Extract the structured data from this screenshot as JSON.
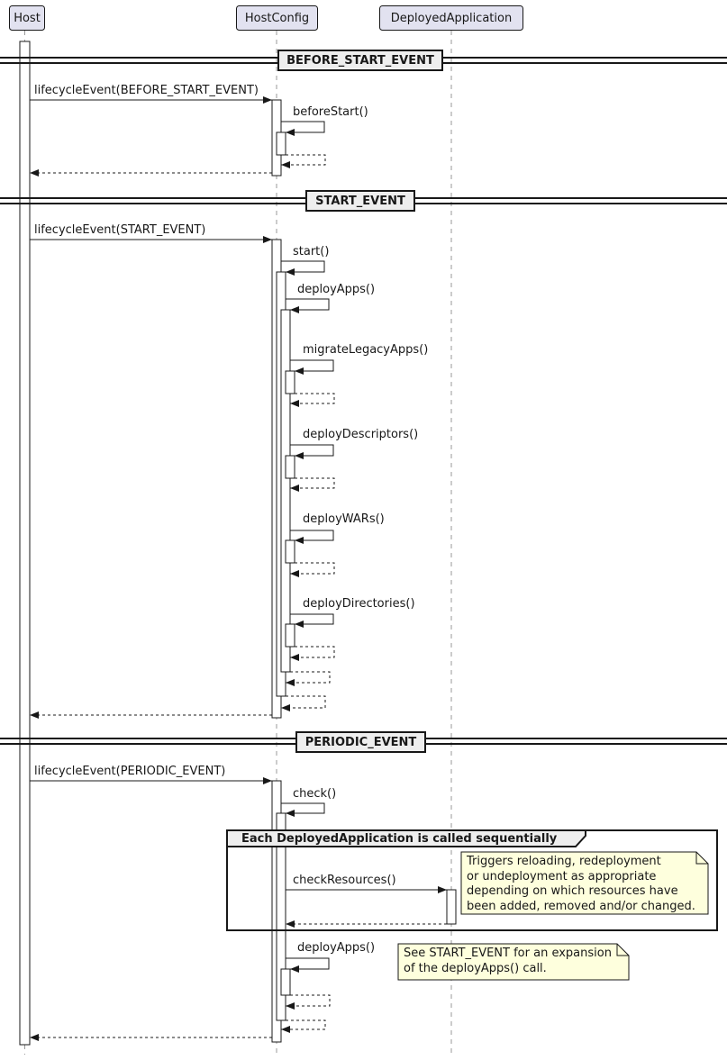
{
  "participants": {
    "host": "Host",
    "host_config": "HostConfig",
    "deployed_application": "DeployedApplication"
  },
  "dividers": {
    "before_start": "BEFORE_START_EVENT",
    "start": "START_EVENT",
    "periodic": "PERIODIC_EVENT"
  },
  "messages": {
    "lifecycle_before_start": "lifecycleEvent(BEFORE_START_EVENT)",
    "before_start": "beforeStart()",
    "lifecycle_start": "lifecycleEvent(START_EVENT)",
    "start": "start()",
    "deploy_apps": "deployApps()",
    "migrate_legacy_apps": "migrateLegacyApps()",
    "deploy_descriptors": "deployDescriptors()",
    "deploy_wars": "deployWARs()",
    "deploy_directories": "deployDirectories()",
    "lifecycle_periodic": "lifecycleEvent(PERIODIC_EVENT)",
    "check": "check()",
    "check_resources": "checkResources()",
    "deploy_apps_periodic": "deployApps()"
  },
  "frame": {
    "label": "Each DeployedApplication is called sequentially"
  },
  "notes": {
    "check_resources": "Triggers reloading, redeployment\nor undeployment as appropriate\ndepending on which resources have\nbeen added, removed and/or changed.",
    "deploy_apps": "See START_EVENT for an expansion\nof the deployApps() call."
  },
  "colors": {
    "participant_fill": "#E2E2F0",
    "divider_fill": "#EEEEEE",
    "frame_header_fill": "#EEEEEE",
    "note_fill": "#FEFFDD",
    "line": "#181818",
    "lifeline": "#999999"
  }
}
